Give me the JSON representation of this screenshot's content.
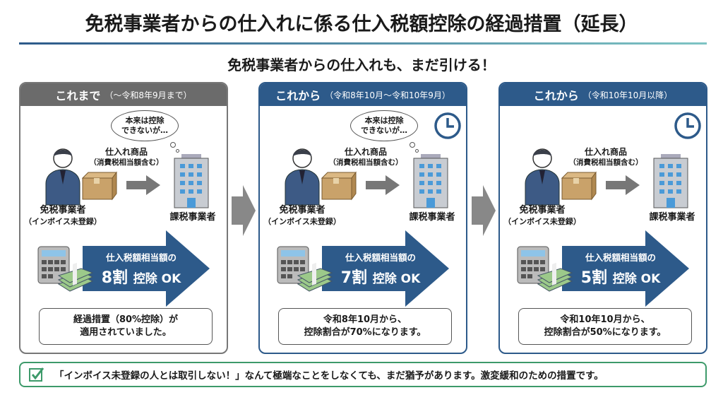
{
  "title": "免税事業者からの仕入れに係る仕入税額控除の経過措置（延長）",
  "subtitle": "免税事業者からの仕入れも、まだ引ける！",
  "colors": {
    "gray_header": "#6b6b6b",
    "blue_header": "#2d5a8a",
    "arrow": "#2d5a8a",
    "check_green": "#3d9a6a"
  },
  "panels": [
    {
      "heading": "これまで",
      "period": "（～令和8年9月まで）",
      "thought": [
        "本来は控除",
        "できないが…"
      ],
      "goods": "仕入れ商品",
      "goods_note": "（消費税相当額含む）",
      "seller": "免税事業者",
      "seller_note": "（インボイス未登録）",
      "buyer": "課税事業者",
      "arrow_line1": "仕入税額相当額の",
      "rate": "8割",
      "deduct": "控除 OK",
      "note": [
        "経過措置（80%控除）が",
        "適用されていました。"
      ],
      "clock": false
    },
    {
      "heading": "これから",
      "period": "（令和8年10月～令和10年9月）",
      "thought": [
        "本来は控除",
        "できないが…"
      ],
      "goods": "仕入れ商品",
      "goods_note": "（消費税相当額含む）",
      "seller": "免税事業者",
      "seller_note": "（インボイス未登録）",
      "buyer": "課税事業者",
      "arrow_line1": "仕入税額相当額の",
      "rate": "7割",
      "deduct": "控除 OK",
      "note": [
        "令和8年10月から、",
        "控除割合が70%になります。"
      ],
      "clock": true
    },
    {
      "heading": "これから",
      "period": "（令和10年10月以降）",
      "thought": null,
      "goods": "仕入れ商品",
      "goods_note": "（消費税相当額含む）",
      "seller": "免税事業者",
      "seller_note": "（インボイス未登録）",
      "buyer": "課税事業者",
      "arrow_line1": "仕入税額相当額の",
      "rate": "5割",
      "deduct": "控除 OK",
      "note": [
        "令和10年10月から、",
        "控除割合が50%になります。"
      ],
      "clock": true
    }
  ],
  "footer": "「インボイス未登録の人とは取引しない！」なんて極端なことをしなくても、まだ猶予があります。激変緩和のための措置です。"
}
